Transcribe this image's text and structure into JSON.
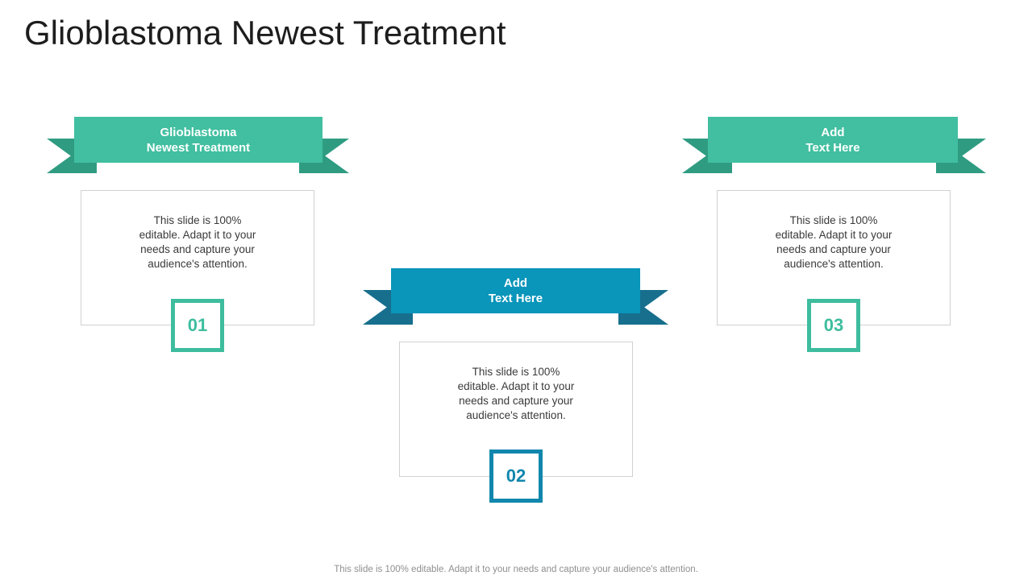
{
  "slide": {
    "title": "Glioblastoma Newest Treatment",
    "footer": "This slide is 100% editable. Adapt it to your needs and capture your audience's attention."
  },
  "colors": {
    "green_banner": "#41BFA0",
    "green_ribbon_tail": "#2F9C82",
    "green_badge": "#3EBD9E",
    "blue_banner": "#0A95BA",
    "blue_ribbon_tail": "#176F8D",
    "blue_badge": "#1187AE",
    "box_border": "#d0d0d0",
    "title_text": "#1d1d1d",
    "body_text": "#3a3a3a",
    "footer_text": "#8f8f8f"
  },
  "steps": [
    {
      "number": "01",
      "theme": "green",
      "ribbon_lines": [
        "Glioblastoma",
        "Newest Treatment"
      ],
      "body_lines": [
        "This slide is 100%",
        "editable. Adapt it to your",
        "needs and capture your",
        "audience's attention."
      ]
    },
    {
      "number": "02",
      "theme": "blue",
      "ribbon_lines": [
        "Add",
        "Text Here"
      ],
      "body_lines": [
        "This slide is 100%",
        "editable. Adapt it to your",
        "needs and capture your",
        "audience's attention."
      ]
    },
    {
      "number": "03",
      "theme": "green",
      "ribbon_lines": [
        "Add",
        "Text Here"
      ],
      "body_lines": [
        "This slide is 100%",
        "editable. Adapt it to your",
        "needs and capture your",
        "audience's attention."
      ]
    }
  ]
}
